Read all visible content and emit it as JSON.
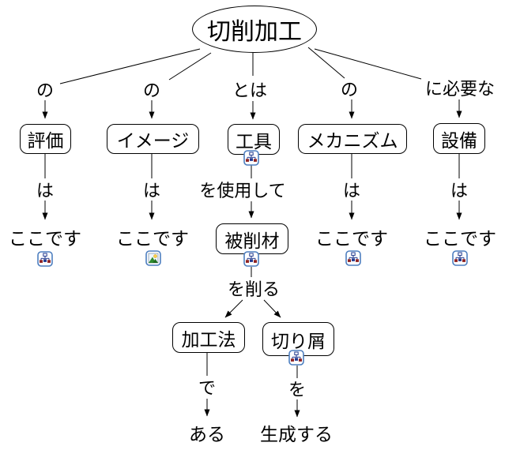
{
  "colors": {
    "line": "#000000",
    "icon_border": "#4d7ebf",
    "icon_node_blue": "#223a8f",
    "icon_node_red": "#8f2222",
    "background": "#ffffff"
  },
  "root": {
    "label": "切削加工"
  },
  "branches": [
    {
      "link1": "の",
      "concept": "評価",
      "link2": "は",
      "leaf": "ここです",
      "leaf_icon": "cmap-icon"
    },
    {
      "link1": "の",
      "concept": "イメージ",
      "link2": "は",
      "leaf": "ここです",
      "leaf_icon": "image-icon"
    },
    {
      "link1": "とは",
      "concept": "工具",
      "concept_icon": "cmap-icon",
      "link2": "を使用して",
      "mid_concept": "被削材",
      "mid_icon": "cmap-icon"
    },
    {
      "link1": "の",
      "concept": "メカニズム",
      "link2": "は",
      "leaf": "ここです",
      "leaf_icon": "cmap-icon"
    },
    {
      "link1": "に必要な",
      "concept": "設備",
      "link2": "は",
      "leaf": "ここです",
      "leaf_icon": "cmap-icon"
    }
  ],
  "subtree": {
    "link": "を削る",
    "left": {
      "concept": "加工法",
      "link": "で",
      "leaf": "ある"
    },
    "right": {
      "concept": "切り屑",
      "icon": "cmap-icon",
      "link": "を",
      "leaf": "生成する"
    }
  }
}
